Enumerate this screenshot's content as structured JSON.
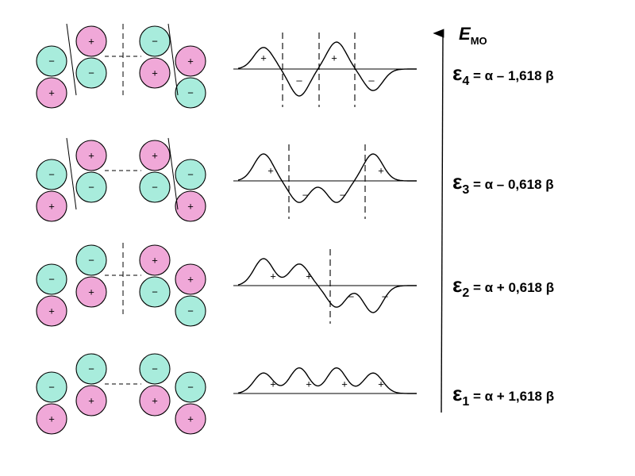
{
  "colors": {
    "positive_lobe": "#f0a8d8",
    "negative_lobe": "#a8ecdc",
    "outline": "#000000",
    "background": "#ffffff"
  },
  "axis": {
    "symbol": "E",
    "subscript": "MO"
  },
  "levels": [
    {
      "symbol": "ε",
      "index": "4",
      "equation": " = α – 1,618 β",
      "orbitals": [
        {
          "top": "−",
          "bottom": "+"
        },
        {
          "top": "+",
          "bottom": "−"
        },
        {
          "top": "−",
          "bottom": "+"
        },
        {
          "top": "+",
          "bottom": "−"
        }
      ],
      "wave_signs": [
        "+",
        "–",
        "+",
        "–"
      ]
    },
    {
      "symbol": "ε",
      "index": "3",
      "equation": " = α – 0,618 β",
      "orbitals": [
        {
          "top": "−",
          "bottom": "+"
        },
        {
          "top": "+",
          "bottom": "−"
        },
        {
          "top": "+",
          "bottom": "−"
        },
        {
          "top": "−",
          "bottom": "+"
        }
      ],
      "wave_signs": [
        "+",
        "–",
        "–",
        "+"
      ]
    },
    {
      "symbol": "ε",
      "index": "2",
      "equation": " = α + 0,618 β",
      "orbitals": [
        {
          "top": "−",
          "bottom": "+"
        },
        {
          "top": "−",
          "bottom": "+"
        },
        {
          "top": "+",
          "bottom": "−"
        },
        {
          "top": "+",
          "bottom": "−"
        }
      ],
      "wave_signs": [
        "+",
        "+",
        "–",
        "–"
      ]
    },
    {
      "symbol": "ε",
      "index": "1",
      "equation": " = α + 1,618 β",
      "orbitals": [
        {
          "top": "−",
          "bottom": "+"
        },
        {
          "top": "−",
          "bottom": "+"
        },
        {
          "top": "−",
          "bottom": "+"
        },
        {
          "top": "−",
          "bottom": "+"
        }
      ],
      "wave_signs": [
        "+",
        "+",
        "+",
        "+"
      ]
    }
  ]
}
